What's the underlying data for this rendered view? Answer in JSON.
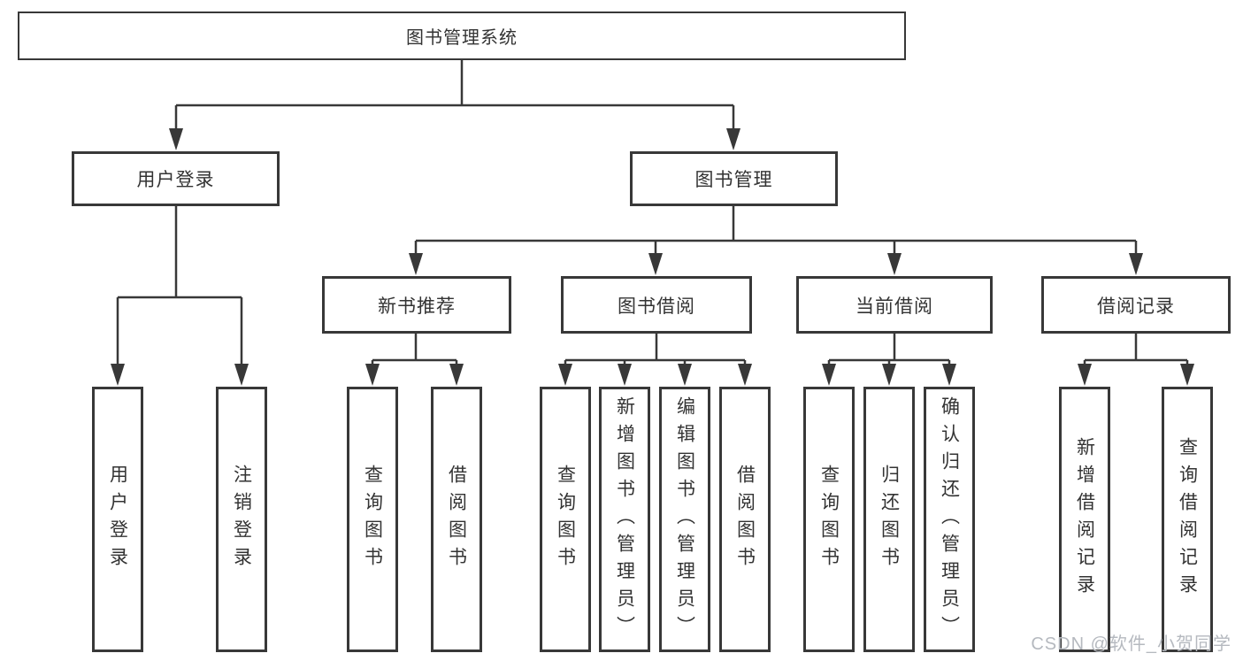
{
  "tree": {
    "label": "图书管理系统",
    "children": [
      {
        "label": "用户登录",
        "children": [
          {
            "label": "用户登录"
          },
          {
            "label": "注销登录"
          }
        ]
      },
      {
        "label": "图书管理",
        "children": [
          {
            "label": "新书推荐",
            "children": [
              {
                "label": "查询图书"
              },
              {
                "label": "借阅图书"
              }
            ]
          },
          {
            "label": "图书借阅",
            "children": [
              {
                "label": "查询图书"
              },
              {
                "label": "新增图书（管理员）"
              },
              {
                "label": "编辑图书（管理员）"
              },
              {
                "label": "借阅图书"
              }
            ]
          },
          {
            "label": "当前借阅",
            "children": [
              {
                "label": "查询图书"
              },
              {
                "label": "归还图书"
              },
              {
                "label": "确认归还（管理员）"
              }
            ]
          },
          {
            "label": "借阅记录",
            "children": [
              {
                "label": "新增借阅记录"
              },
              {
                "label": "查询借阅记录"
              }
            ]
          }
        ]
      }
    ]
  },
  "watermark": "CSDN @软件_小贺同学",
  "colors": {
    "line": "#383838",
    "text": "#333333",
    "watermark": "#b5b9bf",
    "background": "#ffffff"
  }
}
